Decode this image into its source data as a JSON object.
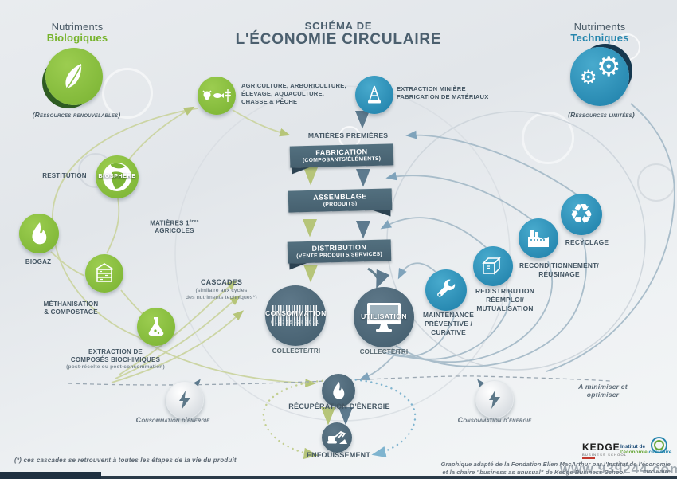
{
  "header": {
    "bio": {
      "word1": "Nutriments",
      "word2": "Biologiques",
      "caption": "(Ressources renouvelables)"
    },
    "title_line1": "SCHÉMA DE",
    "title_line2": "L'ÉCONOMIE CIRCULAIRE",
    "tech": {
      "word1": "Nutriments",
      "word2": "Techniques",
      "caption": "(Ressources limitées)"
    }
  },
  "sources": {
    "bio_label": "AGRICULTURE, ARBORICULTURE,\nÉLEVAGE, AQUACULTURE,\nCHASSE & PÊCHE",
    "tech_label": "EXTRACTION MINIÈRE\nFABRICATION DE MATÉRIAUX"
  },
  "chain": {
    "matieres_premieres": "MATIÈRES PREMIÈRES",
    "stage1_title": "FABRICATION",
    "stage1_sub": "(COMPOSANTS/ÉLÉMENTS)",
    "stage2_title": "ASSEMBLAGE",
    "stage2_sub": "(PRODUITS)",
    "stage3_title": "DISTRIBUTION",
    "stage3_sub": "(VENTE PRODUITS/SERVICES)",
    "consommation": "CONSOMMATION",
    "barcode_digits": "0123456789011",
    "collecte_left": "COLLECTE/TRI",
    "utilisation": "UTILISATION",
    "collecte_right": "COLLECTE/TRI"
  },
  "bio_cycle": {
    "restitution": "RESTITUTION",
    "biosphere": "BIOSPHÈRE",
    "matieres_line1": "MATIÈRES 1",
    "matieres_sup": "ères",
    "matieres_line2": "AGRICOLES",
    "biogaz": "BIOGAZ",
    "methanisation": "MÉTHANISATION\n& COMPOSTAGE",
    "extraction_lines": "EXTRACTION DE\nCOMPOSÉS BIOCHIMIQUES",
    "extraction_caption": "(post-récolte ou post-consommation)",
    "cascades_title": "CASCADES",
    "cascades_caption": "(similaire aux cycles\ndes nutriments techniques*)"
  },
  "tech_cycle": {
    "maintenance": "MAINTENANCE\nPRÉVENTIVE /\nCURATIVE",
    "redistribution": "REDISTRIBUTION\nRÉEMPLOI/\nMUTUALISATION",
    "reconditionnement": "RECONDITIONNEMENT/\nRÉUSINAGE",
    "recyclage": "RECYCLAGE"
  },
  "energy": {
    "left": "Consommation d'énergie",
    "right": "Consommation d'énergie",
    "recuperation": "RÉCUPÉRATION D'ÉNERGIE",
    "enfouissement": "ENFOUISSEMENT",
    "minimize": "A minimiser et optimiser"
  },
  "footer": {
    "footnote": "(*) ces cascades se retrouvent à toutes les étapes de la vie du produit",
    "credit_line1": "Graphique adapté de la Fondation Ellen MacArthur par l'Institut de l'économie circulaire",
    "credit_line2": "et la chaire \"business as unusual\" de Kedge Business School",
    "kedge": "KEDGE",
    "kedge_sub": "BUSINESS SCHOOL",
    "institut1": "Institut de",
    "institut2a": "l'économie",
    "institut2b": "circulaire",
    "watermark": "www.939244.com"
  },
  "colors": {
    "green": "#79b232",
    "blue": "#1d7ea8",
    "slate": "#4c6678",
    "olive": "#ccd5a4",
    "arc_blue": "#a9bdca"
  }
}
